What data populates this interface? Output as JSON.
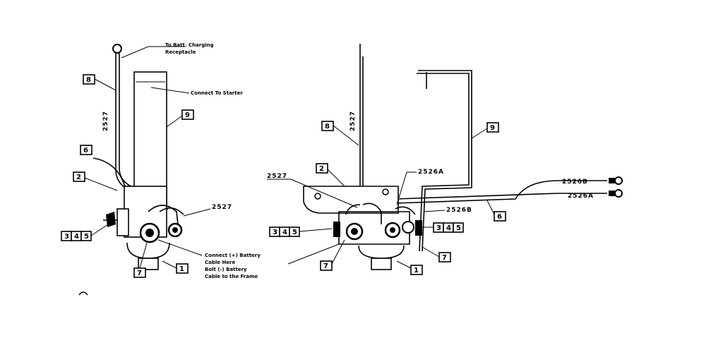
{
  "left_view": {
    "note_top_1": "To Batt. Charging",
    "note_top_2": "Receptacle",
    "note_starter": "Connect To Starter",
    "wire_2527": "2527",
    "callout_9": "9",
    "callout_8": "8",
    "callout_6": "6",
    "callout_2": "2",
    "callout_345": [
      "3",
      "4",
      "5"
    ],
    "callout_7": "7",
    "callout_1": "1",
    "label_2527_right": "2527",
    "notes_bottom": [
      "Connect (+) Battery",
      "Cable Here",
      "Bolt (-) Battery",
      "Cable to the Frame"
    ]
  },
  "right_view": {
    "wire_2527": "2527",
    "callout_8": "8",
    "callout_9": "9",
    "callout_2": "2",
    "label_2527_left": "2527",
    "label_2526A_top": "2526A",
    "label_2526B_wire": "2526B",
    "label_2526A_wire": "2526A",
    "label_2526B_lower": "2526B",
    "callout_6": "6",
    "callout_345_left": [
      "3",
      "4",
      "5"
    ],
    "callout_345_right": [
      "3",
      "4",
      "5"
    ],
    "callout_7_left": "7",
    "callout_7_right": "7",
    "callout_1": "1"
  }
}
